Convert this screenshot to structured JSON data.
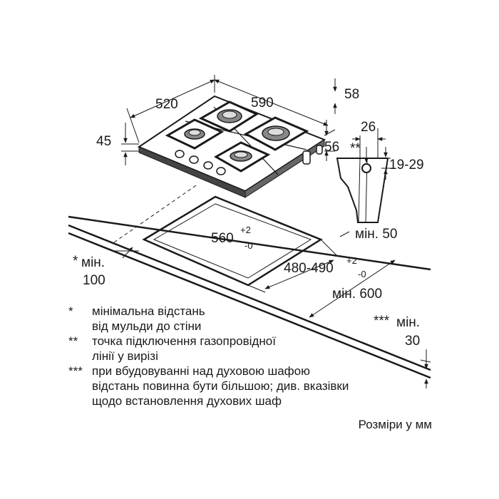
{
  "dimensions": {
    "width_hob": "520",
    "depth_hob": "590",
    "height_total": "58",
    "height_body": "45",
    "height_under": "56",
    "bracket_depth": "26",
    "bracket_mark": "**",
    "bracket_range": "19-29",
    "cutout_width": "560",
    "cutout_width_tol_plus": "+2",
    "cutout_width_tol_minus": "-0",
    "cutout_depth": "480-490",
    "cutout_depth_tol_plus": "+2",
    "cutout_depth_tol_minus": "-0",
    "min_front": "мін. 50",
    "min_wall_mark": "*",
    "min_wall_label": "мін.",
    "min_wall_value": "100",
    "min_depth": "мін. 600",
    "min_bottom_mark": "***",
    "min_bottom_label": "мін.",
    "min_bottom_value": "30"
  },
  "notes": [
    {
      "mark": "*",
      "lines": [
        "мінімальна відстань",
        "від мульди до стіни"
      ]
    },
    {
      "mark": "**",
      "lines": [
        "точка підключення газопровідної",
        "лінії у вирізі"
      ]
    },
    {
      "mark": "***",
      "lines": [
        "при вбудовуванні над духовою шафою",
        "відстань повинна бути більшою; див. вказівки",
        "щодо встановлення духових шаф"
      ]
    }
  ],
  "units_note": "Розміри у мм"
}
